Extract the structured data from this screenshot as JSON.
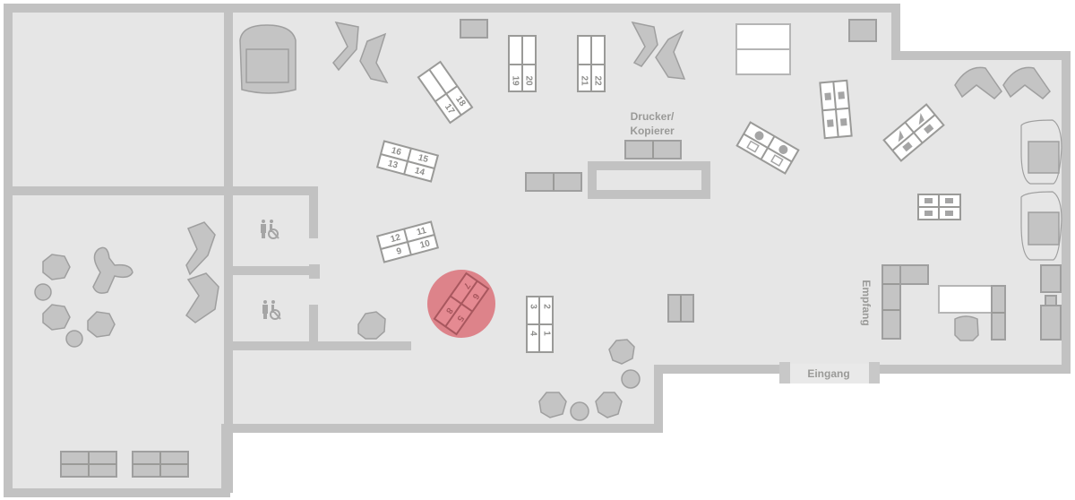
{
  "labels": {
    "printer_line1": "Drucker/",
    "printer_line2": "Kopierer",
    "reception": "Empfang",
    "entrance": "Eingang"
  },
  "desks": {
    "d1": "1",
    "d2": "2",
    "d3": "3",
    "d4": "4",
    "d5": "5",
    "d6": "6",
    "d7": "7",
    "d8": "8",
    "d9": "9",
    "d10": "10",
    "d11": "11",
    "d12": "12",
    "d13": "13",
    "d14": "14",
    "d15": "15",
    "d16": "16",
    "d17": "17",
    "d18": "18",
    "d19": "19",
    "d20": "20",
    "d21": "21",
    "d22": "22"
  },
  "highlight": {
    "desk_group": "5-8",
    "color": "#db7880"
  },
  "colors": {
    "floor": "#e6e6e6",
    "wall": "#c2c2c2",
    "furniture": "#c4c4c4"
  }
}
